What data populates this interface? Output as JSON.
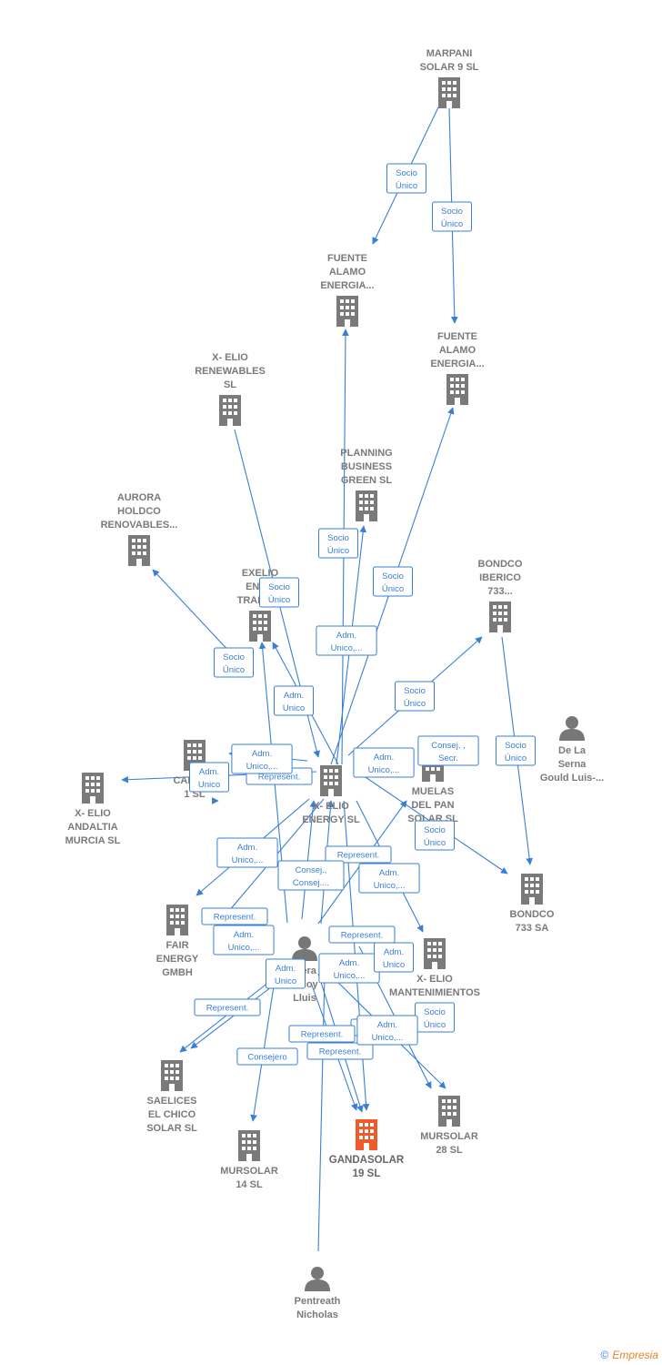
{
  "colors": {
    "edge": "#3a7fd5",
    "company": "#7a7a7a",
    "focus_company": "#f05a28",
    "person": "#777777"
  },
  "nodes": [
    {
      "id": "marpani",
      "type": "company",
      "lines": [
        "MARPANI",
        "SOLAR 9  SL"
      ],
      "icon": "building-icon"
    },
    {
      "id": "fuente1",
      "type": "company",
      "lines": [
        "FUENTE",
        "ALAMO",
        "ENERGIA..."
      ],
      "icon": "building-icon"
    },
    {
      "id": "fuente2",
      "type": "company",
      "lines": [
        "FUENTE",
        "ALAMO",
        "ENERGIA..."
      ],
      "icon": "building-icon"
    },
    {
      "id": "renewables",
      "type": "company",
      "lines": [
        "X- ELIO",
        "RENEWABLES",
        "SL"
      ],
      "icon": "building-icon"
    },
    {
      "id": "planning",
      "type": "company",
      "lines": [
        "PLANNING",
        "BUSINESS",
        "GREEN  SL"
      ],
      "icon": "building-icon"
    },
    {
      "id": "aurora",
      "type": "company",
      "lines": [
        "AURORA",
        "HOLDCO",
        "RENOVABLES..."
      ],
      "icon": "building-icon"
    },
    {
      "id": "exelio",
      "type": "company",
      "lines": [
        "EXELIO",
        "ENE...",
        "TRADIN..."
      ],
      "icon": "building-icon"
    },
    {
      "id": "bondco_iberico",
      "type": "company",
      "lines": [
        "BONDCO",
        "IBERICO",
        "733..."
      ],
      "icon": "building-icon"
    },
    {
      "id": "xelio_energy",
      "type": "company",
      "lines": [
        "X- ELIO",
        "ENERGY  SL"
      ],
      "icon": "building-icon"
    },
    {
      "id": "calas",
      "type": "company",
      "lines": [
        "CALAS...",
        "1  SL"
      ],
      "icon": "building-icon"
    },
    {
      "id": "andaltia",
      "type": "company",
      "lines": [
        "X- ELIO",
        "ANDALTIA",
        "MURCIA  SL"
      ],
      "icon": "building-icon"
    },
    {
      "id": "muelas",
      "type": "company",
      "lines": [
        "MUELAS",
        "DEL PAN",
        "SOLAR SL"
      ],
      "icon": "building-icon"
    },
    {
      "id": "delaserna",
      "type": "person",
      "lines": [
        "De La",
        "Serna",
        "Gould Luis-..."
      ],
      "icon": "person-icon"
    },
    {
      "id": "bondco733",
      "type": "company",
      "lines": [
        "BONDCO",
        "733 SA"
      ],
      "icon": "building-icon"
    },
    {
      "id": "fair",
      "type": "company",
      "lines": [
        "FAIR",
        "ENERGY",
        "GMBH"
      ],
      "icon": "building-icon"
    },
    {
      "id": "xicoy",
      "type": "person",
      "lines": [
        "...era",
        "Xicoy",
        "Lluis"
      ],
      "icon": "person-icon"
    },
    {
      "id": "mantenimientos",
      "type": "company",
      "lines": [
        "X- ELIO",
        "MANTENIMIENTOS",
        "SL"
      ],
      "icon": "building-icon"
    },
    {
      "id": "saelices",
      "type": "company",
      "lines": [
        "SAELICES",
        "EL CHICO",
        "SOLAR SL"
      ],
      "icon": "building-icon"
    },
    {
      "id": "mursolar14",
      "type": "company",
      "lines": [
        "MURSOLAR",
        "14 SL"
      ],
      "icon": "building-icon"
    },
    {
      "id": "gandasolar",
      "type": "focus",
      "lines": [
        "GANDASOLAR",
        "19  SL"
      ],
      "icon": "building-icon"
    },
    {
      "id": "mursolar28",
      "type": "company",
      "lines": [
        "MURSOLAR",
        "28 SL"
      ],
      "icon": "building-icon"
    },
    {
      "id": "pentreath",
      "type": "person",
      "lines": [
        "Pentreath",
        "Nicholas"
      ],
      "icon": "person-icon"
    }
  ],
  "tags": [
    {
      "lines": [
        "Socio",
        "Único"
      ]
    },
    {
      "lines": [
        "Socio",
        "Único"
      ]
    },
    {
      "lines": [
        "Socio",
        "Único"
      ]
    },
    {
      "lines": [
        "Socio",
        "Único"
      ]
    },
    {
      "lines": [
        "Adm.",
        "Unico,..."
      ]
    },
    {
      "lines": [
        "Socio",
        "Único"
      ]
    },
    {
      "lines": [
        "Socio",
        "Único"
      ]
    },
    {
      "lines": [
        "Adm.",
        "Unico"
      ]
    },
    {
      "lines": [
        "Socio",
        "Único"
      ]
    },
    {
      "lines": [
        "Adm.",
        "Unico,..."
      ]
    },
    {
      "lines": [
        "Consej. ,",
        "Secr."
      ]
    },
    {
      "lines": [
        "Socio",
        "Único"
      ]
    },
    {
      "lines": [
        "Adm.",
        "Unico,..."
      ]
    },
    {
      "lines": [
        "Represent."
      ]
    },
    {
      "lines": [
        "Adm.",
        "Unico"
      ]
    },
    {
      "lines": [
        "Socio",
        "Único"
      ]
    },
    {
      "lines": [
        "Adm.",
        "Unico,..."
      ]
    },
    {
      "lines": [
        "Represent."
      ]
    },
    {
      "lines": [
        "Consej.,",
        "Consej...."
      ]
    },
    {
      "lines": [
        "Adm.",
        "Unico,..."
      ]
    },
    {
      "lines": [
        "Represent."
      ]
    },
    {
      "lines": [
        "Adm.",
        "Unico,..."
      ]
    },
    {
      "lines": [
        "Represent."
      ]
    },
    {
      "lines": [
        "Adm.",
        "Unico"
      ]
    },
    {
      "lines": [
        "Adm.",
        "Unico,..."
      ]
    },
    {
      "lines": [
        "Adm.",
        "Unico"
      ]
    },
    {
      "lines": [
        "Represent."
      ]
    },
    {
      "lines": [
        "Represent."
      ]
    },
    {
      "lines": [
        "Consejero"
      ]
    },
    {
      "lines": [
        "Represent."
      ]
    },
    {
      "lines": [
        "Represent."
      ]
    },
    {
      "lines": [
        "Socio",
        "Único"
      ]
    },
    {
      "lines": [
        "Adm.",
        "Unico,..."
      ]
    }
  ],
  "footer": {
    "copyright": "©",
    "brand": "Empresia"
  }
}
